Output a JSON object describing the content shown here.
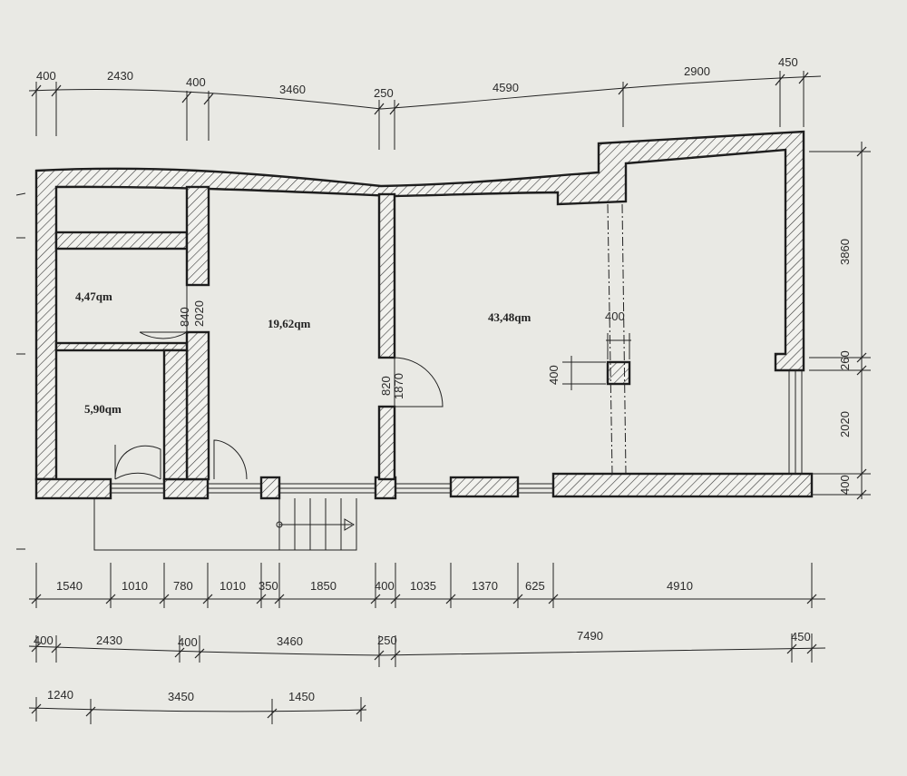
{
  "dimensions": {
    "top_row": [
      "400",
      "2430",
      "400",
      "3460",
      "250",
      "4590",
      "2900",
      "450"
    ],
    "bottom_row_1": [
      "1540",
      "1010",
      "780",
      "1010",
      "350",
      "1850",
      "400",
      "1035",
      "1370",
      "625",
      "4910"
    ],
    "bottom_row_2": [
      "400",
      "2430",
      "400",
      "3460",
      "250",
      "7490",
      "450"
    ],
    "bottom_row_3": [
      "1240",
      "3450",
      "1450"
    ],
    "right_column": [
      "3860",
      "260",
      "2020",
      "400"
    ],
    "openings": {
      "door_room1_height": "2020",
      "door_room1_width": "840",
      "door_room2_height": "1870",
      "door_room2_width": "820",
      "pillar_width": "400",
      "pillar_height": "400"
    }
  },
  "rooms": [
    {
      "area": "4,47qm"
    },
    {
      "area": "5,90qm"
    },
    {
      "area": "19,62qm"
    },
    {
      "area": "43,48qm"
    }
  ],
  "colors": {
    "paper": "#e9e9e4",
    "ink": "#1e1e1e"
  }
}
